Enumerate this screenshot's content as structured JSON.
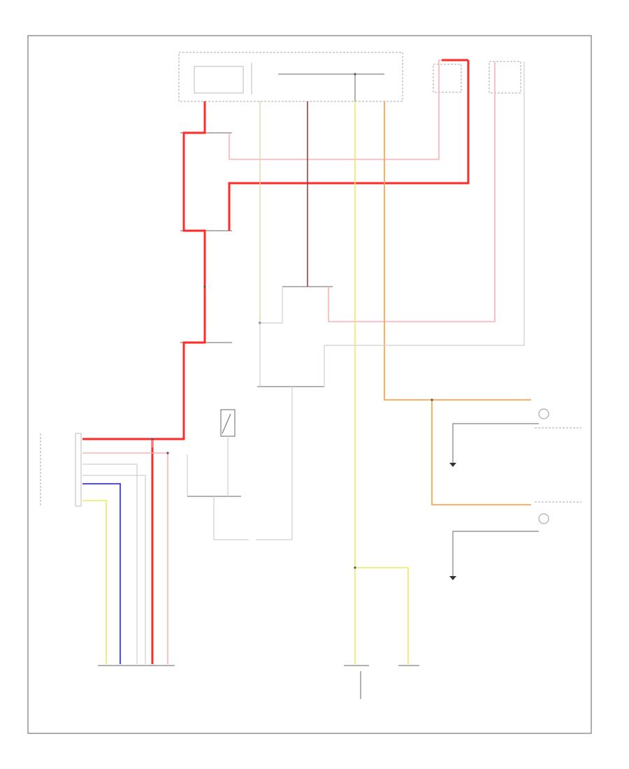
{
  "diagram": {
    "footer": "",
    "components": [
      {
        "id": "fuse-box",
        "label": ""
      },
      {
        "id": "junction-1",
        "label": ""
      },
      {
        "id": "junction-2",
        "label": ""
      },
      {
        "id": "relay",
        "label": ""
      },
      {
        "id": "switch",
        "label": ""
      },
      {
        "id": "connector-lower",
        "label": ""
      },
      {
        "id": "transmission-range-switch",
        "label": ""
      },
      {
        "id": "right-rear-lamp",
        "label": ""
      },
      {
        "id": "left-rear-lamp",
        "label": ""
      },
      {
        "id": "ground-right",
        "label": ""
      },
      {
        "id": "ground-left",
        "label": ""
      },
      {
        "id": "connector-bottom-left",
        "label": ""
      },
      {
        "id": "connector-bottom-right",
        "label": ""
      }
    ]
  },
  "colors": {
    "red": "#ff2b2b",
    "pink": "#ffb0b0",
    "yellow": "#ecec5a",
    "orange": "#ffa64d",
    "brown": "#aa3a3a",
    "blue": "#4b4bff",
    "tan": "#e7d3a6",
    "gray": "#cfcfcf"
  }
}
